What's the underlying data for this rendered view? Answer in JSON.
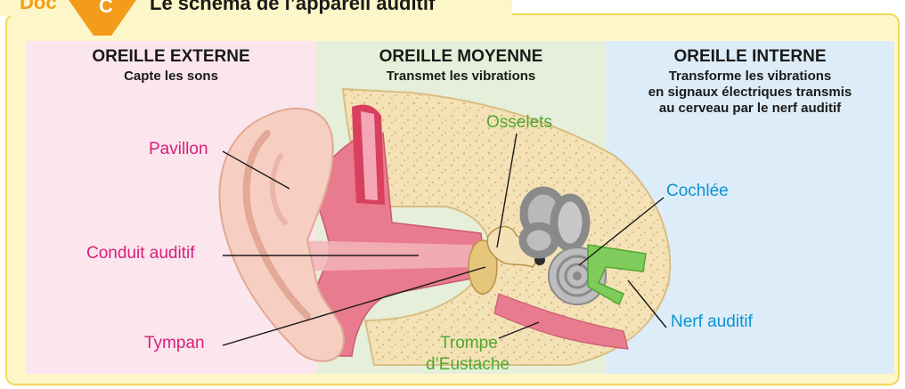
{
  "doc_badge": {
    "prefix": "Doc",
    "letter": "C"
  },
  "figure_title": "Le schéma de l’appareil auditif",
  "sections": [
    {
      "heading": "OREILLE EXTERNE",
      "lines": [
        "Capte les sons"
      ]
    },
    {
      "heading": "OREILLE MOYENNE",
      "lines": [
        "Transmet les vibrations"
      ]
    },
    {
      "heading": "OREILLE INTERNE",
      "lines": [
        "Transforme les vibrations",
        "en signaux électriques transmis",
        "au cerveau par le nerf auditif"
      ]
    }
  ],
  "labels": {
    "pavillon": "Pavillon",
    "conduit": "Conduit auditif",
    "tympan": "Tympan",
    "osselets": "Osselets",
    "trompe_1": "Trompe",
    "trompe_2": "d’Eustache",
    "cochlee": "Cochlée",
    "nerf": "Nerf auditif"
  },
  "colors": {
    "frame": "#fdf6c8",
    "frame_border": "#f3d75a",
    "badge": "#f39c1a",
    "zone_externe": "#fbe6ee",
    "zone_moyenne": "#e6efd9",
    "zone_interne": "#dcecf8",
    "label_pink": "#d81f7a",
    "label_green": "#4ea82f",
    "label_blue": "#0a93d1"
  }
}
